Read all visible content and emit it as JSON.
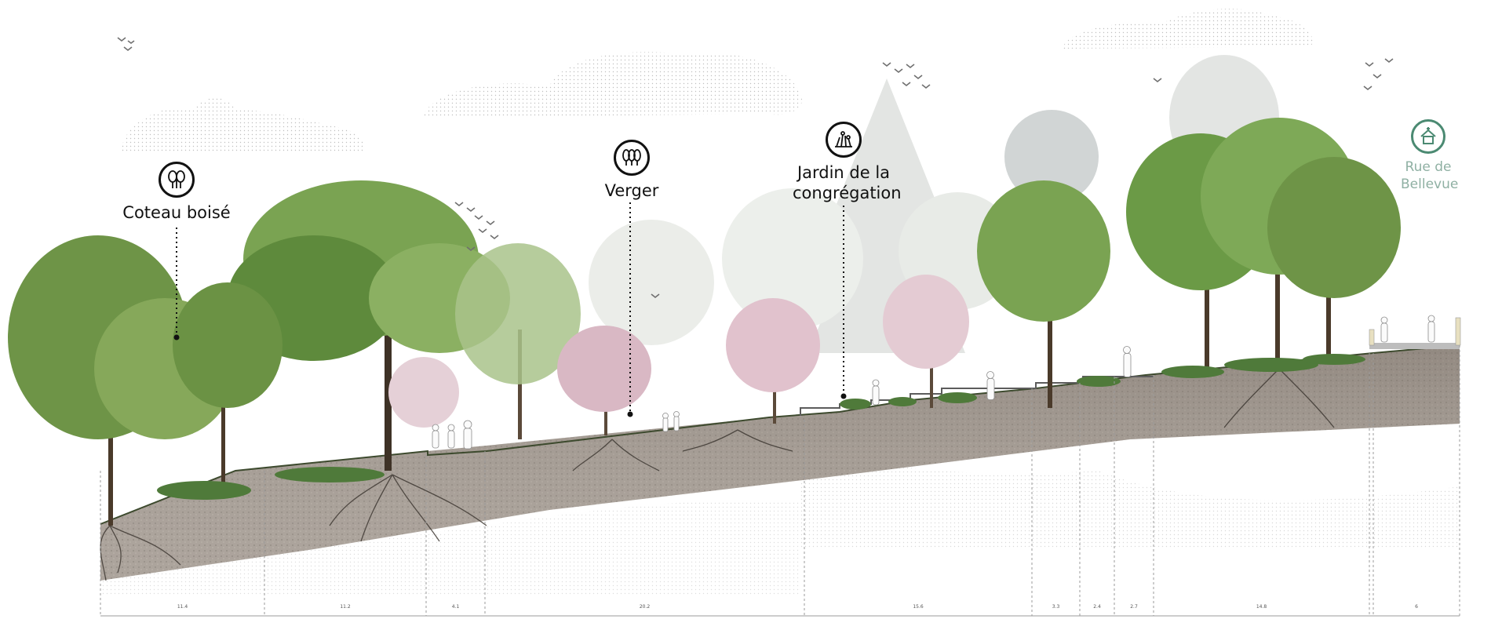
{
  "zones": [
    {
      "id": "coteau",
      "name": "Coteau boisé",
      "icon": "woodland-trees-icon"
    },
    {
      "id": "verger",
      "name": "Verger",
      "icon": "orchard-trees-icon"
    },
    {
      "id": "jardin",
      "name": "Jardin de la congrégation",
      "icon": "garden-plants-icon"
    },
    {
      "id": "rue",
      "name": "Rue de Bellevue",
      "icon": "chapel-icon"
    }
  ],
  "dimensions": [
    "11.4",
    "11.2",
    "4.1",
    "20.2",
    "15.6",
    "3.3",
    "2.4",
    "2.7",
    "14.8",
    "6"
  ],
  "colors": {
    "label_text": "#111111",
    "street_label": "#8fb0a3",
    "foliage_dark": "#4f7a3a",
    "foliage_light": "#8fb36a",
    "blossom": "#d9b8c4",
    "soil": "#8a8076",
    "fog_tree": "#dcdfdc"
  }
}
